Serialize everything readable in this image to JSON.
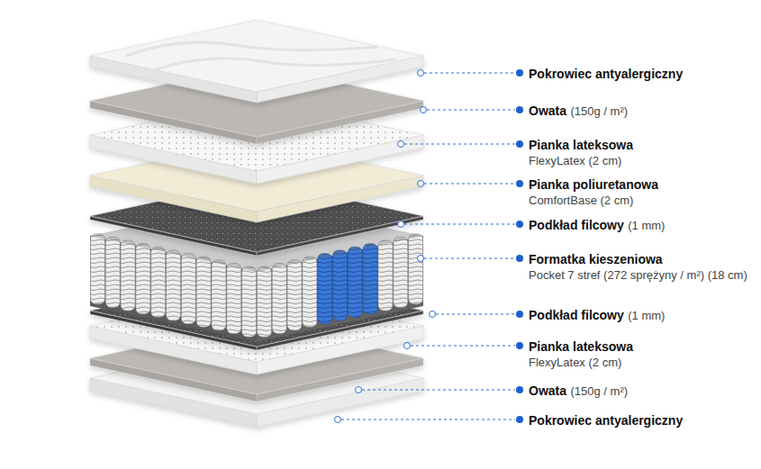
{
  "diagram": {
    "labels": [
      "Pokrowiec antyalergiczny",
      "Owata",
      "(150g / m²)",
      "Pianka lateksowa",
      "FlexyLatex (2 cm)",
      "Pianka poliuretanowa",
      "ComfortBase (2 cm)",
      "Podkład filcowy",
      "(1 mm)",
      "Formatka kieszeniowa",
      "Pocket 7 stref (272 sprężyny / m²) (18 cm)",
      "Podkład filcowy",
      "(1 mm)",
      "Pianka lateksowa",
      "FlexyLatex (2 cm)",
      "Owata",
      "(150g / m²)",
      "Pokrowiec antyalergiczny"
    ]
  }
}
